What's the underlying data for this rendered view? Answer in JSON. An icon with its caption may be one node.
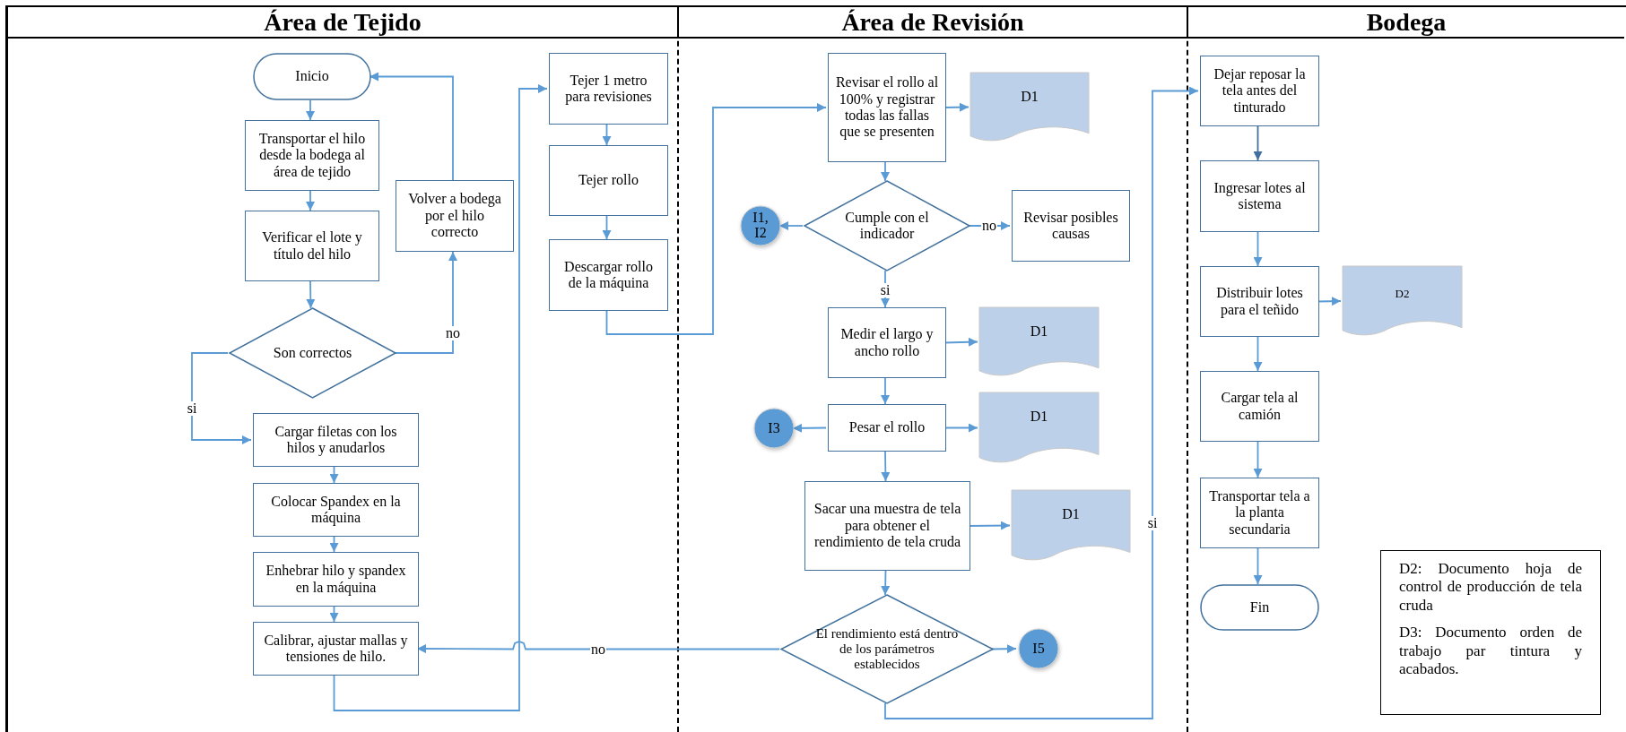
{
  "diagram": {
    "nodes": [
      {
        "text": [
          "Área de Tejido"
        ]
      },
      {
        "text": [
          "Área de Revisión"
        ]
      },
      {
        "text": [
          "Bodega"
        ]
      },
      {
        "text": [
          "Inicio"
        ],
        "in": 0
      },
      {
        "text": [
          "Transportar el hilo desde la bodega al área de tejido"
        ],
        "in": 0
      },
      {
        "text": [
          "Verificar el lote y título del hilo"
        ],
        "in": 0
      },
      {
        "text": [
          "Son correctos"
        ],
        "in": 0
      },
      {
        "text": [
          "Volver a bodega por el hilo correcto"
        ],
        "in": 0
      },
      {
        "text": [
          "Cargar filetas con los hilos y anudarlos"
        ],
        "in": 0
      },
      {
        "text": [
          "Colocar Spandex en la máquina"
        ],
        "in": 0
      },
      {
        "text": [
          "Enhebrar hilo y spandex en la máquina"
        ],
        "in": 0
      },
      {
        "text": [
          "Calibrar, ajustar mallas y tensiones de hilo."
        ],
        "in": 0
      },
      {
        "text": [
          "Tejer 1 metro para revisiones"
        ],
        "in": 0
      },
      {
        "text": [
          "Tejer rollo"
        ],
        "in": 0
      },
      {
        "text": [
          "Descargar rollo de la máquina"
        ],
        "in": 0
      },
      {
        "text": [
          "Revisar el rollo al 100% y registrar todas las fallas que se presenten"
        ],
        "in": 1
      },
      {
        "text": [
          "D1"
        ],
        "in": 1
      },
      {
        "text": [
          "Cumple con el indicador"
        ],
        "in": 1
      },
      {
        "text": [
          "I1, I2"
        ],
        "in": 1
      },
      {
        "text": [
          "Revisar posibles causas"
        ],
        "in": 1
      },
      {
        "text": [
          "Medir el largo y ancho rollo"
        ],
        "in": 1
      },
      {
        "text": [
          "D1"
        ],
        "in": 1
      },
      {
        "text": [
          "I3"
        ],
        "in": 1
      },
      {
        "text": [
          "Pesar el rollo"
        ],
        "in": 1
      },
      {
        "text": [
          "D1"
        ],
        "in": 1
      },
      {
        "text": [
          "Sacar una muestra de tela para obtener el rendimiento de tela cruda"
        ],
        "in": 1
      },
      {
        "text": [
          "D1"
        ],
        "in": 1
      },
      {
        "text": [
          "El rendimiento está dentro de los parámetros establecidos"
        ],
        "in": 1
      },
      {
        "text": [
          "I5"
        ],
        "in": 1
      },
      {
        "text": [
          "Dejar reposar la tela antes del tinturado"
        ],
        "in": 2
      },
      {
        "text": [
          "Ingresar lotes al sistema"
        ],
        "in": 2
      },
      {
        "text": [
          "Distribuir lotes para el teñido"
        ],
        "in": 2
      },
      {
        "text": [
          "D2"
        ],
        "in": 2
      },
      {
        "text": [
          "Cargar tela al camión"
        ],
        "in": 2
      },
      {
        "text": [
          "Transportar tela a la planta secundaria"
        ],
        "in": 2
      },
      {
        "text": [
          "Fin"
        ],
        "in": 2
      },
      {
        "text": [
          "D2: Documento hoja de control de producción de tela cruda",
          "D3: Documento orden de trabajo par tintura y acabados."
        ],
        "in": 2
      }
    ],
    "edges": [
      {
        "from": 3,
        "to": 4,
        "arrow": "to"
      },
      {
        "from": 4,
        "to": 5,
        "arrow": "to"
      },
      {
        "from": 5,
        "to": 6,
        "arrow": "to"
      },
      {
        "from": 6,
        "to": 7,
        "arrow": "to",
        "label": "no"
      },
      {
        "from": 7,
        "to": 3,
        "arrow": "to"
      },
      {
        "from": 6,
        "to": 8,
        "arrow": "to",
        "label": "si"
      },
      {
        "from": 8,
        "to": 9,
        "arrow": "to"
      },
      {
        "from": 9,
        "to": 10,
        "arrow": "to"
      },
      {
        "from": 10,
        "to": 11,
        "arrow": "to"
      },
      {
        "from": 11,
        "to": 12,
        "arrow": "to"
      },
      {
        "from": 12,
        "to": 13,
        "arrow": "to"
      },
      {
        "from": 13,
        "to": 14,
        "arrow": "to"
      },
      {
        "from": 14,
        "to": 15,
        "arrow": "to"
      },
      {
        "from": 15,
        "to": 16,
        "arrow": "to"
      },
      {
        "from": 15,
        "to": 17,
        "arrow": "to"
      },
      {
        "from": 17,
        "to": 18,
        "arrow": "to"
      },
      {
        "from": 17,
        "to": 19,
        "arrow": "to",
        "label": "no"
      },
      {
        "from": 17,
        "to": 20,
        "arrow": "to",
        "label": "si"
      },
      {
        "from": 20,
        "to": 21,
        "arrow": "to"
      },
      {
        "from": 20,
        "to": 23,
        "arrow": "to"
      },
      {
        "from": 23,
        "to": 22,
        "arrow": "to"
      },
      {
        "from": 23,
        "to": 24,
        "arrow": "to"
      },
      {
        "from": 23,
        "to": 25,
        "arrow": "to"
      },
      {
        "from": 25,
        "to": 26,
        "arrow": "to"
      },
      {
        "from": 25,
        "to": 27,
        "arrow": "to"
      },
      {
        "from": 27,
        "to": 11,
        "arrow": "to",
        "label": "no"
      },
      {
        "from": 27,
        "to": 28,
        "arrow": "to"
      },
      {
        "from": 27,
        "to": 29,
        "arrow": "to",
        "label": "si"
      },
      {
        "from": 29,
        "to": 30,
        "arrow": "to",
        "color": "#41719c"
      },
      {
        "from": 30,
        "to": 31,
        "arrow": "to"
      },
      {
        "from": 31,
        "to": 32,
        "arrow": "to"
      },
      {
        "from": 31,
        "to": 33,
        "arrow": "to"
      },
      {
        "from": 33,
        "to": 34,
        "arrow": "to"
      },
      {
        "from": 34,
        "to": 35,
        "arrow": "to"
      }
    ]
  }
}
